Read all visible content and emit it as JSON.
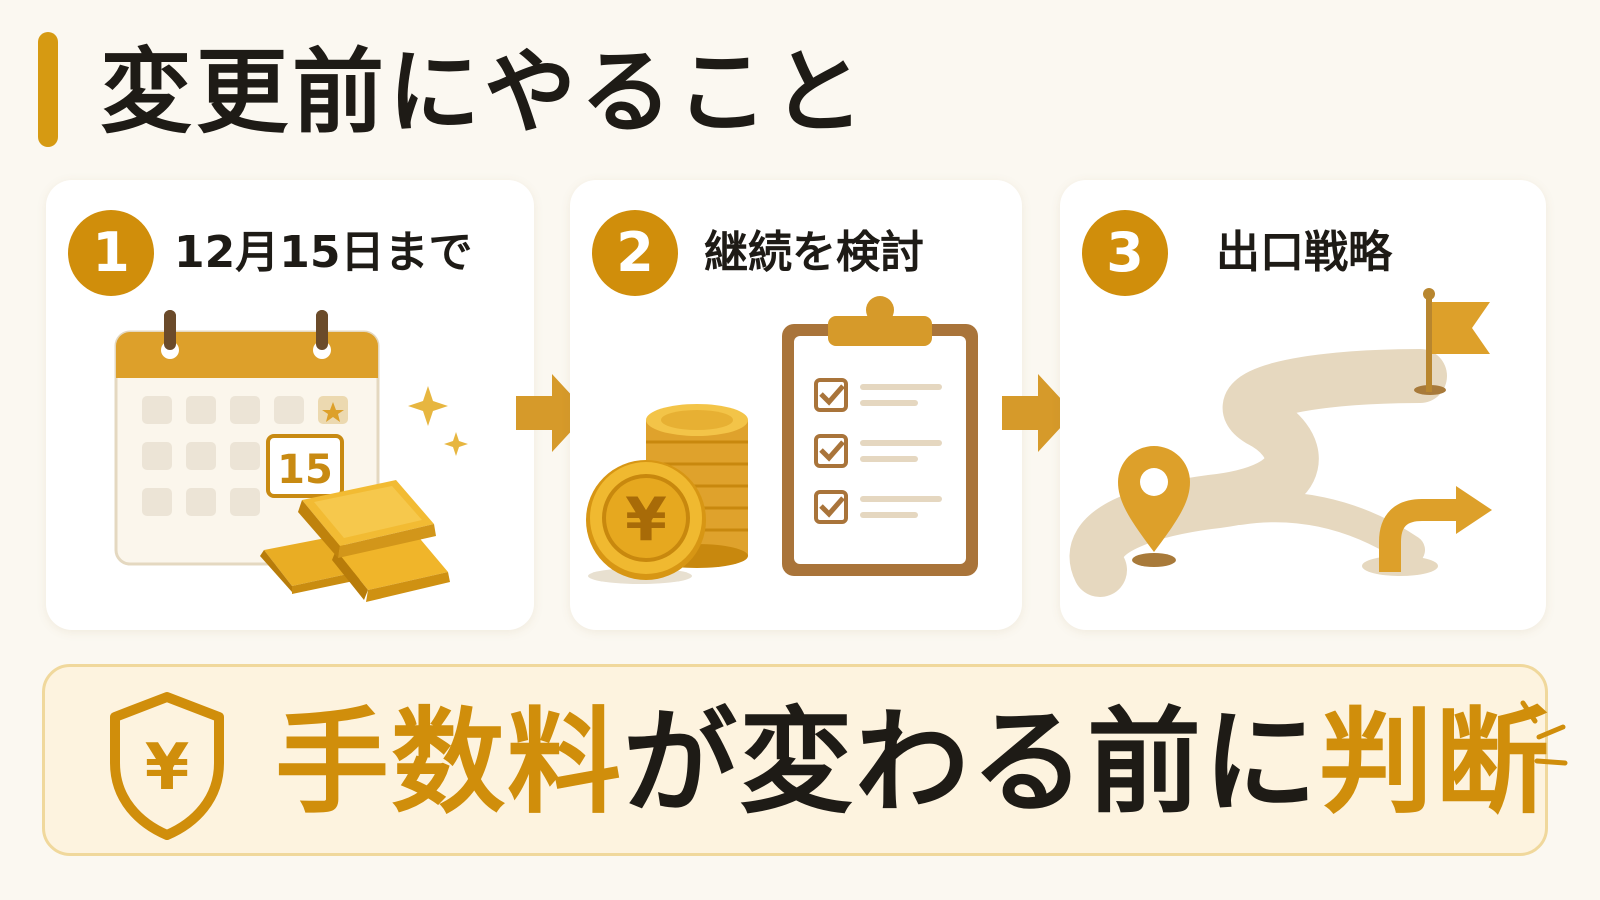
{
  "title": "変更前にやること",
  "steps": [
    {
      "number": "1",
      "label": "12月15日まで",
      "calendar_day": "15"
    },
    {
      "number": "2",
      "label": "継続を検討",
      "coin_symbol": "¥"
    },
    {
      "number": "3",
      "label": "出口戦略"
    }
  ],
  "banner": {
    "part1": "手数料",
    "part2": "が変わる前に",
    "part3": "判断",
    "shield_symbol": "¥"
  },
  "colors": {
    "accent": "#d08e0b",
    "background": "#fbf8f1",
    "text": "#1e1b16"
  }
}
